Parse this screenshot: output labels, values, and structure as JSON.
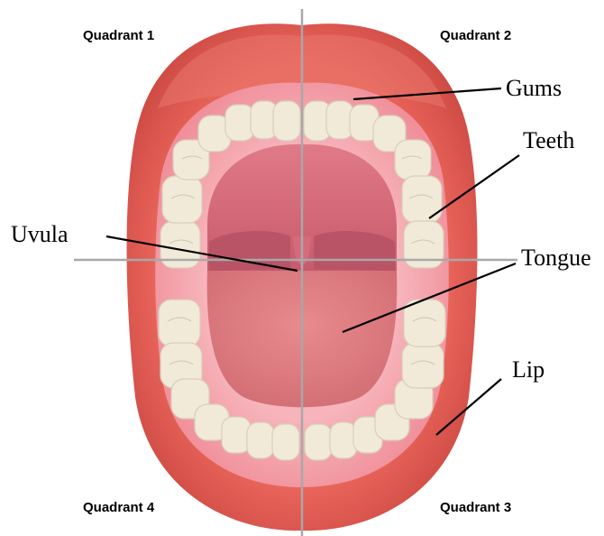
{
  "quadrants": {
    "q1": "Quadrant 1",
    "q2": "Quadrant 2",
    "q3": "Quadrant 3",
    "q4": "Quadrant 4"
  },
  "labels": {
    "gums": "Gums",
    "teeth": "Teeth",
    "uvula": "Uvula",
    "tongue": "Tongue",
    "lip": "Lip"
  },
  "colors": {
    "lip": "#e0564e",
    "gums": "#f4a7b0",
    "palate": "#d86a7a",
    "tongue": "#e27f84",
    "teeth": "#f1ead8",
    "axis": "#a8a8a8"
  }
}
